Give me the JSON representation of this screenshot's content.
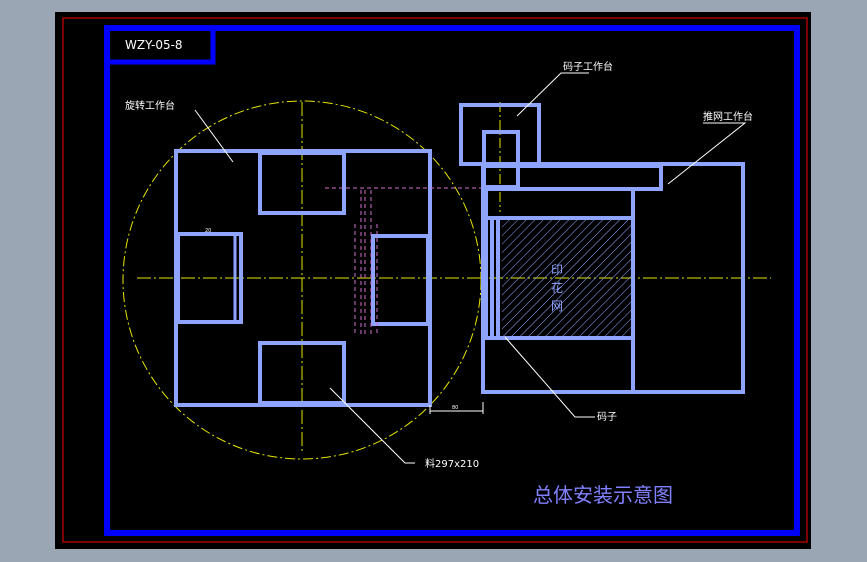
{
  "drawing": {
    "title_block": "WZY-05-8",
    "main_title": "总体安装示意图",
    "labels": {
      "rotating_table": "旋转工作台",
      "squeegee_table": "码子工作台",
      "push_screen_table": "推网工作台",
      "print_screen_line1": "印",
      "print_screen_line2": "花",
      "print_screen_line3": "网",
      "squeegee": "码子",
      "material": "料297x210",
      "dim_small_left": "20",
      "dim_small_bottom": "80"
    },
    "colors": {
      "background": "#000000",
      "frame_blue": "#0000ff",
      "outer_red": "#ff0000",
      "part_lines": "#8ea4ff",
      "center_lines": "#e6e600",
      "hidden_lines": "#d070d0",
      "annotation": "#ffffff",
      "title_color": "#8080ff"
    }
  }
}
